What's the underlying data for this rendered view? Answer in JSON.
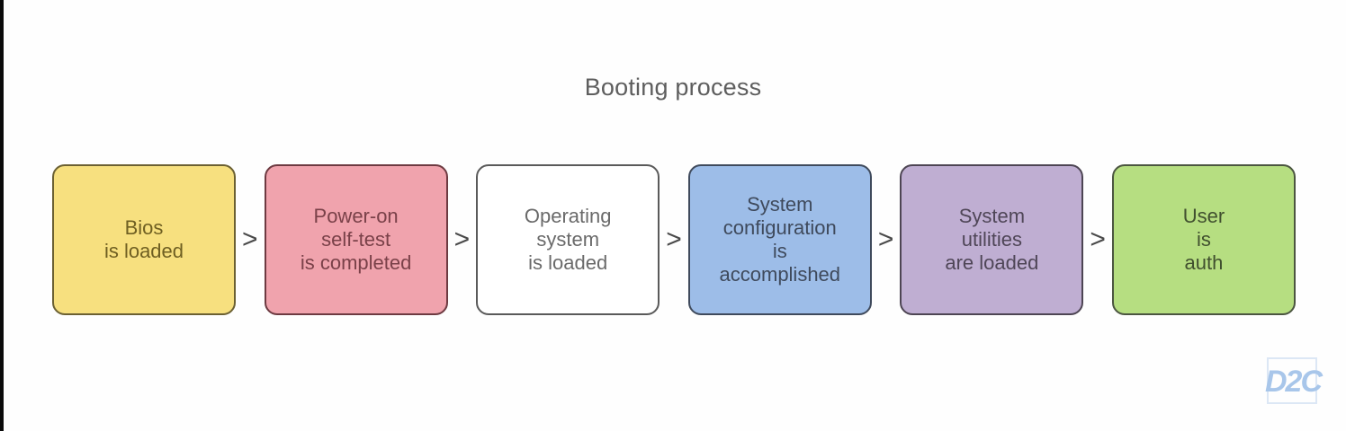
{
  "diagram": {
    "title": "Booting process",
    "title_color": "#5e5e5e",
    "background_color": "#fefefe",
    "connector_glyph": ">",
    "connector_color": "#4a4a4a",
    "nodes": [
      {
        "id": "bios",
        "lines": [
          "Bios",
          "is loaded"
        ],
        "line1": "Bios",
        "line2": "is loaded",
        "line3": "",
        "line4": "",
        "fill": "#f7e07f",
        "border": "#6b6032",
        "text_color": "#6f5f22"
      },
      {
        "id": "post",
        "lines": [
          "Power-on",
          "self-test",
          "is completed"
        ],
        "line1": "Power-on",
        "line2": "self-test",
        "line3": "is completed",
        "line4": "",
        "fill": "#f0a3ad",
        "border": "#6d3a41",
        "text_color": "#7a4149"
      },
      {
        "id": "operating-system",
        "lines": [
          "Operating",
          "system",
          "is loaded"
        ],
        "line1": "Operating",
        "line2": "system",
        "line3": "is loaded",
        "line4": "",
        "fill": "#ffffff",
        "border": "#5a5a5a",
        "text_color": "#6a6a6a"
      },
      {
        "id": "system-configuration",
        "lines": [
          "System",
          "configuration",
          "is",
          "accomplished"
        ],
        "line1": "System",
        "line2": "configuration",
        "line3": "is",
        "line4": "accomplished",
        "fill": "#9dbde8",
        "border": "#3f4a5c",
        "text_color": "#3f4a5c"
      },
      {
        "id": "system-utilities",
        "lines": [
          "System",
          "utilities",
          "are loaded"
        ],
        "line1": "System",
        "line2": "utilities",
        "line3": "are loaded",
        "line4": "",
        "fill": "#bfaed2",
        "border": "#4d4553",
        "text_color": "#4f4657"
      },
      {
        "id": "user-auth",
        "lines": [
          "User",
          "is",
          "auth"
        ],
        "line1": "User",
        "line2": "is",
        "line3": "auth",
        "line4": "",
        "fill": "#b6de81",
        "border": "#4b5540",
        "text_color": "#41502f"
      }
    ],
    "watermark": {
      "text": "D2C",
      "color": "#a8c6ea"
    }
  }
}
